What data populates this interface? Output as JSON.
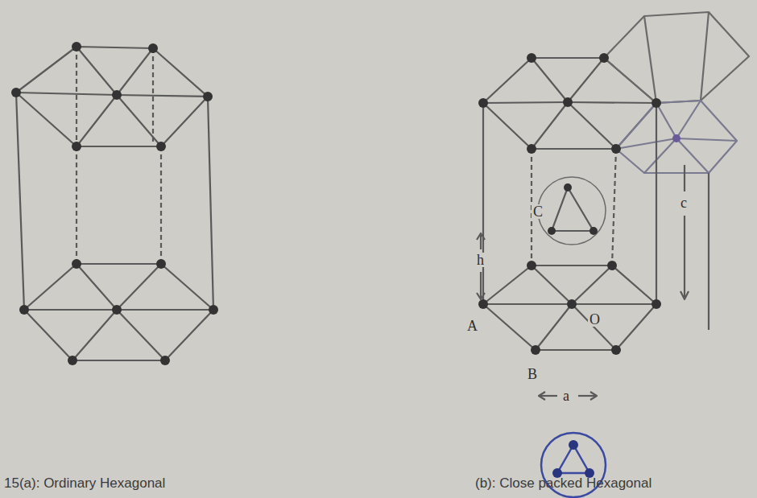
{
  "diagram": {
    "labels": [
      "15(a): Ordinary Hexagonal",
      "(b): Close packed Hexagonal",
      "C",
      "h",
      "A",
      "O",
      "B",
      "a",
      "c"
    ]
  }
}
